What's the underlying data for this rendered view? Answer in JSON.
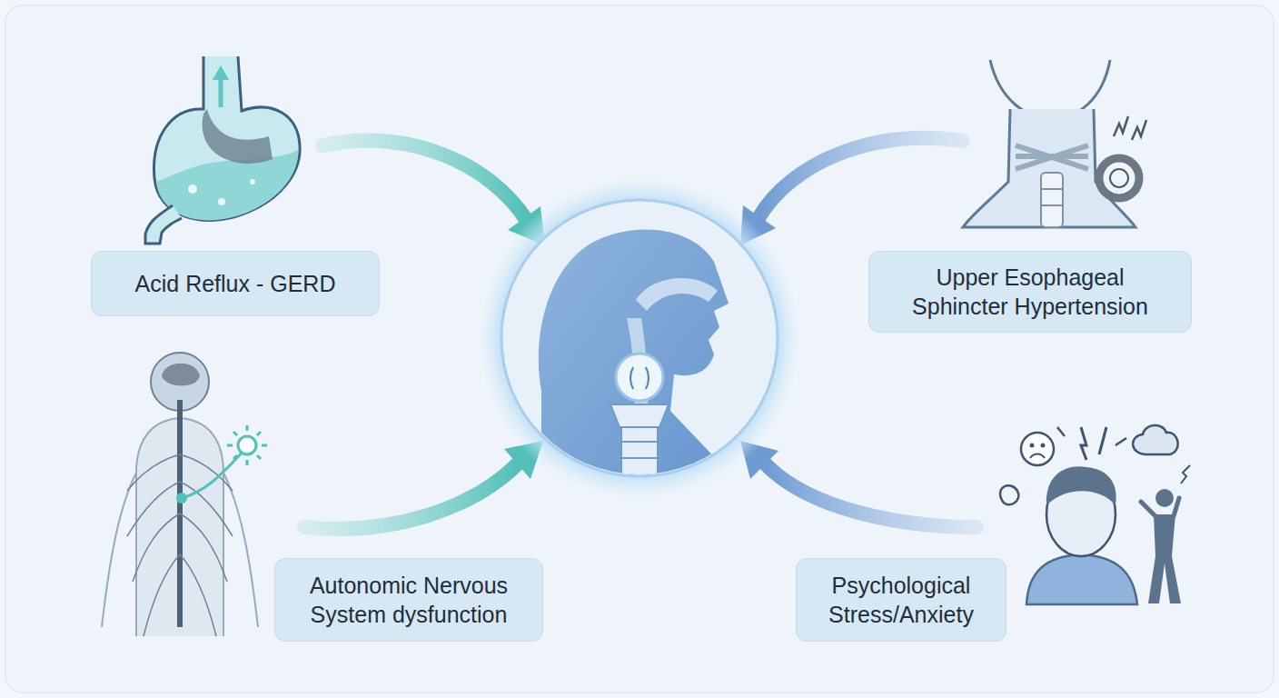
{
  "diagram": {
    "nodes": [
      {
        "text": [
          "Acid Reflux - GERD"
        ]
      },
      {
        "text": [
          "Upper Esophageal Sphincter Hypertension"
        ]
      },
      {
        "text": [
          "Autonomic Nervous System dysfunction"
        ]
      },
      {
        "text": [
          "Psychological Stress/Anxiety"
        ]
      }
    ]
  }
}
